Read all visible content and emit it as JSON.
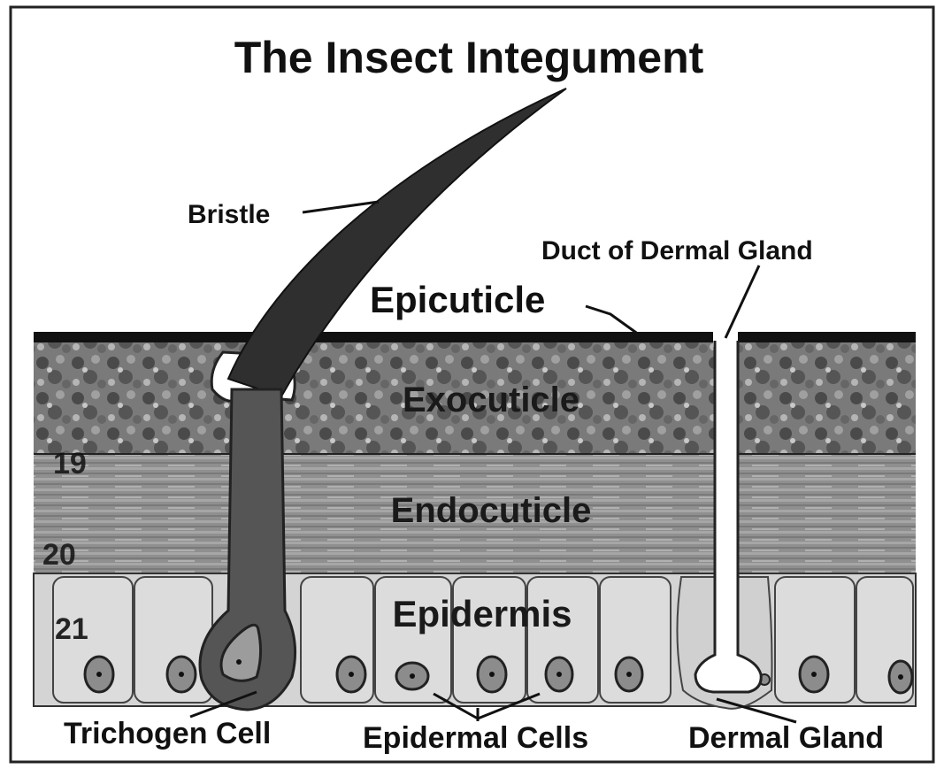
{
  "title": "The Insect Integument",
  "labels": {
    "bristle": "Bristle",
    "duct": "Duct of Dermal Gland",
    "epicuticle": "Epicuticle",
    "exocuticle": "Exocuticle",
    "endocuticle": "Endocuticle",
    "epidermis": "Epidermis",
    "trichogen_cell": "Trichogen Cell",
    "epidermal_cells": "Epidermal Cells",
    "dermal_gland": "Dermal Gland"
  },
  "faint_marks": [
    "19",
    "20",
    "21"
  ],
  "colors": {
    "epicuticle": "#111111",
    "exocuticle": "#6e6e6e",
    "endocuticle": "#8a8a8a",
    "epidermis": "#d9d9d9",
    "bristle": "#3a3a3a",
    "nucleus": "#8c8c8c"
  }
}
